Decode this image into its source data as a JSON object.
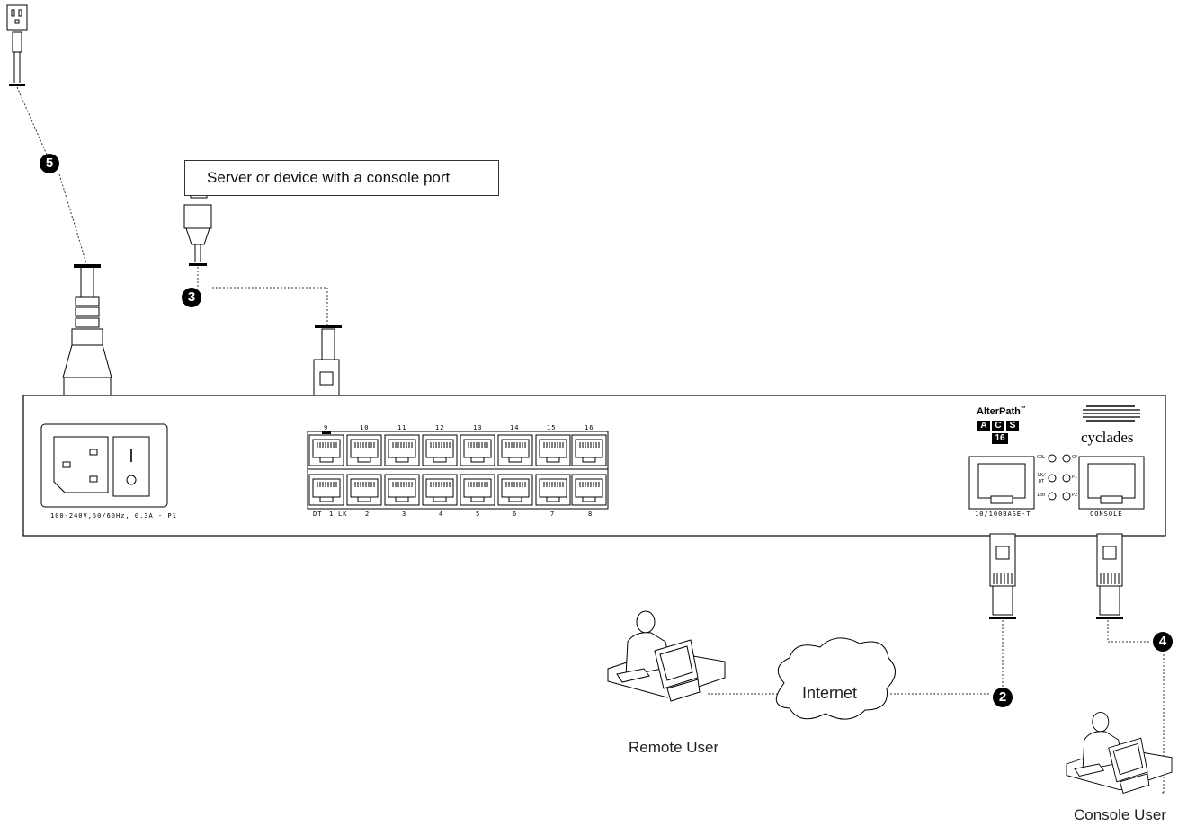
{
  "server_label": "Server or device with a console port",
  "power_spec": "100-240V,50/60Hz, 0.3A - P1",
  "port_numbers_top": [
    "9",
    "10",
    "11",
    "12",
    "13",
    "14",
    "15",
    "16"
  ],
  "port_numbers_bottom": [
    "2",
    "3",
    "4",
    "5",
    "6",
    "7",
    "8"
  ],
  "port_labels": {
    "dt": "DT",
    "one": "1",
    "lk": "LK"
  },
  "ethernet_label": "10/100BASE-T",
  "console_label": "CONSOLE",
  "led_labels": {
    "col": "COL",
    "cf": "CF",
    "lk_dt_line1": "LK/",
    "lk_dt_line2": "DT",
    "p1": "P1",
    "speed": "100",
    "p2": "P2"
  },
  "brand": {
    "product_line": "AlterPath",
    "tm": "™",
    "letters": [
      "A",
      "C",
      "S"
    ],
    "model": "16",
    "vendor": "cyclades"
  },
  "internet_label": "Internet",
  "remote_user_label": "Remote User",
  "console_user_label": "Console User",
  "callouts": [
    "2",
    "3",
    "4",
    "5"
  ]
}
